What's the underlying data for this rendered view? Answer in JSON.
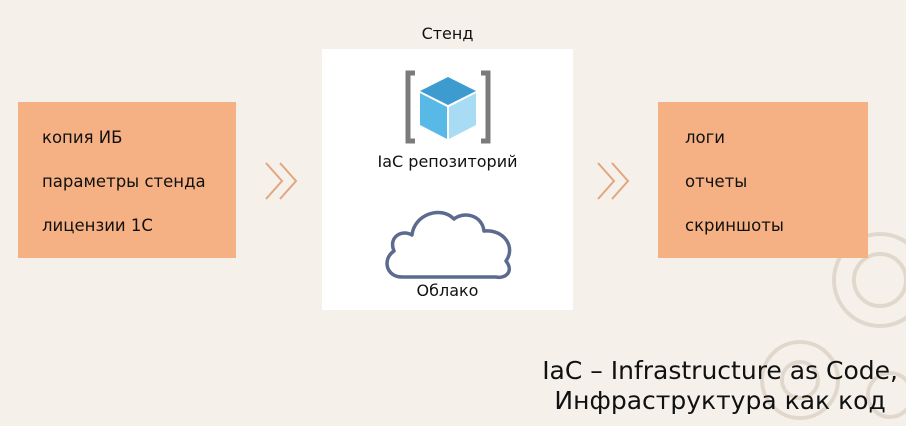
{
  "stand": {
    "title": "Стенд",
    "repo_label": "IaC репозиторий",
    "cloud_label": "Облако"
  },
  "inputs": {
    "items": [
      "копия ИБ",
      "параметры стенда",
      "лицензии 1С"
    ]
  },
  "outputs": {
    "items": [
      "логи",
      "отчеты",
      "скриншоты"
    ]
  },
  "caption": {
    "line1": "IaC – Infrastructure as Code,",
    "line2": "Инфраструктура как код"
  },
  "colors": {
    "box_fill": "#f5b183",
    "arrow": "#e2a67e",
    "cube_top": "#3d9bd0",
    "cube_left": "#59b9e6",
    "cube_right": "#a8dcf5",
    "brackets": "#7b7b7b",
    "cloud_stroke": "#5b6a8e"
  }
}
